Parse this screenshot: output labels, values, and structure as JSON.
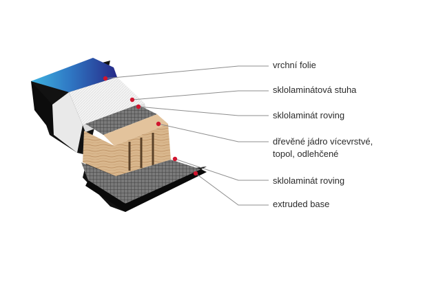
{
  "colors": {
    "marker": "#d0152e",
    "leader": "#8c8c8c",
    "base": "#111111",
    "top_foil": "#2b2e8c",
    "top_foil_highlight": "#3aa6d6",
    "glass_tape": "#f1f1f1",
    "roving": "#6e6e6e",
    "wood_core": "#d8b48a"
  },
  "icons": {
    "marker": "red-dot-icon"
  },
  "layers": [
    {
      "label_lines": [
        "vrchní folie"
      ]
    },
    {
      "label_lines": [
        "sklolaminátová stuha"
      ]
    },
    {
      "label_lines": [
        "sklolaminát roving"
      ]
    },
    {
      "label_lines": [
        "dřevěné jádro vícevrstvé,",
        "topol, odlehčené"
      ]
    },
    {
      "label_lines": [
        "sklolaminát roving"
      ]
    },
    {
      "label_lines": [
        "extruded base"
      ]
    }
  ]
}
